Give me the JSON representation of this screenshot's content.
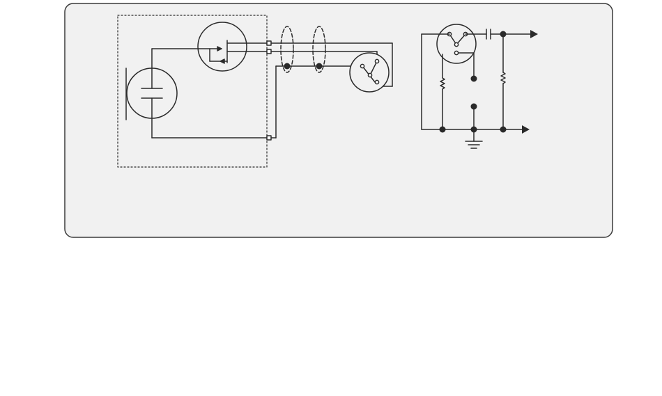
{
  "diagram": {
    "type": "circuit-schematic",
    "description_visible_text": [],
    "colors": {
      "panel_fill": "#f1f1f1",
      "panel_border": "#3a3a3a",
      "ink": "#2a2a2a"
    },
    "components": [
      "condenser-capsule",
      "fet-transistor",
      "dashed-enclosure",
      "shielded-cable",
      "xlr-connector-mic",
      "xlr-connector-preamp",
      "coupling-capacitor",
      "bias-resistor-left",
      "bias-resistor-right",
      "ground-symbol",
      "output-arrow-top",
      "output-arrow-bottom"
    ]
  }
}
